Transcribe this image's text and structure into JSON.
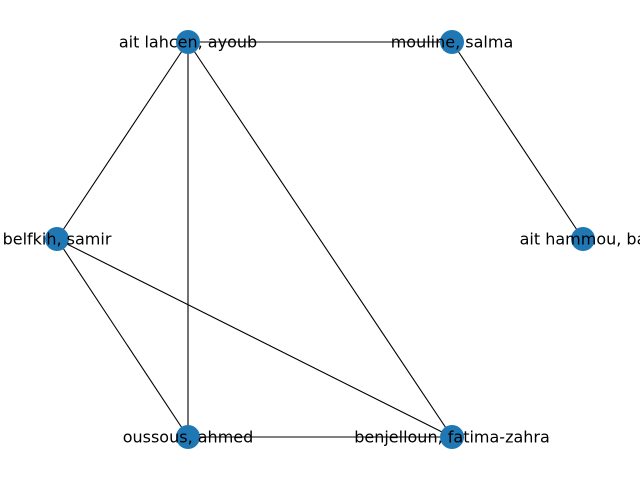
{
  "graph": {
    "node_color": "#1f77b4",
    "edge_color": "#000000",
    "nodes": [
      {
        "id": "ayoub",
        "label": "ait lahcen, ayoub"
      },
      {
        "id": "salma",
        "label": "mouline, salma"
      },
      {
        "id": "samir",
        "label": "belfkih, samir"
      },
      {
        "id": "ba",
        "label": "ait hammou, ba"
      },
      {
        "id": "ahmed",
        "label": "oussous, ahmed"
      },
      {
        "id": "fatima",
        "label": "benjelloun, fatima-zahra"
      }
    ],
    "edges": [
      {
        "source": "ayoub",
        "target": "salma"
      },
      {
        "source": "ayoub",
        "target": "samir"
      },
      {
        "source": "ayoub",
        "target": "ahmed"
      },
      {
        "source": "ayoub",
        "target": "fatima"
      },
      {
        "source": "salma",
        "target": "ba"
      },
      {
        "source": "samir",
        "target": "ahmed"
      },
      {
        "source": "samir",
        "target": "fatima"
      },
      {
        "source": "ahmed",
        "target": "fatima"
      }
    ]
  }
}
